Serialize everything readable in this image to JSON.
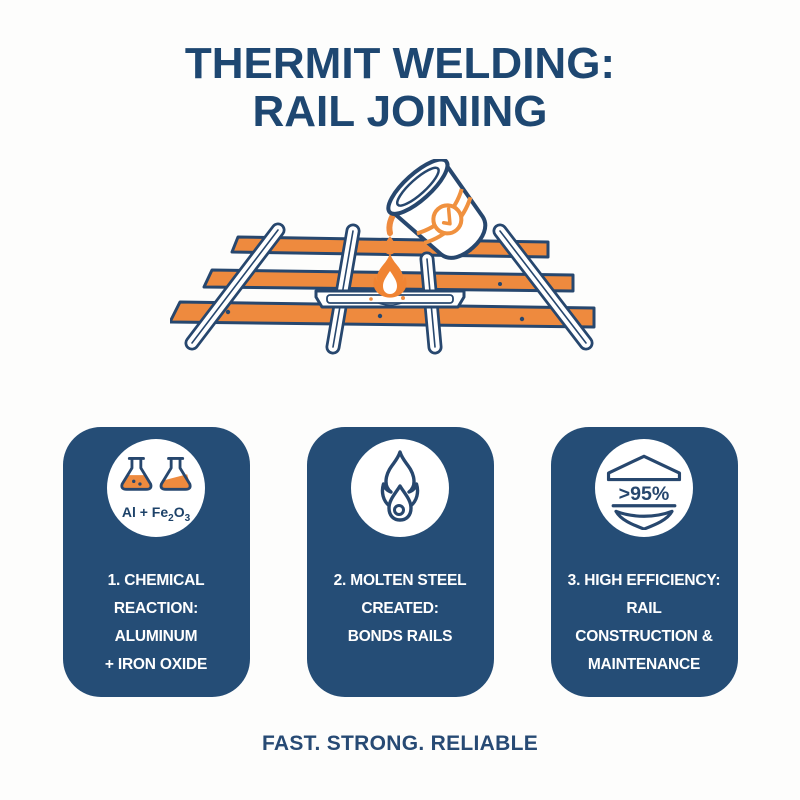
{
  "title": {
    "line1": "THERMIT WELDING:",
    "line2": "RAIL JOINING"
  },
  "illustration": {
    "description": "Railway track scene: a crucible pours molten thermit over a weld mold between two rail ends, with a flame at the joint",
    "icons": [
      "crucible-pouring-icon",
      "molten-drop-icon",
      "weld-flame-icon",
      "weld-mold-icon",
      "rail-icon",
      "sleeper-icon"
    ]
  },
  "cards": [
    {
      "icon": "reaction-flasks-icon",
      "formula": {
        "prefix": "Al + Fe",
        "sub_a": "2",
        "mid": "O",
        "sub_b": "3"
      },
      "lines": [
        "1. CHEMICAL REACTION:",
        "ALUMINUM",
        "+ IRON OXIDE"
      ]
    },
    {
      "icon": "molten-flame-icon",
      "lines": [
        "2. MOLTEN STEEL",
        "CREATED:",
        "BONDS RAILS"
      ]
    },
    {
      "icon": "efficiency-shield-icon",
      "badge": ">95%",
      "lines": [
        "3. HIGH EFFICIENCY:",
        "RAIL",
        "CONSTRUCTION &",
        "MAINTENANCE"
      ]
    }
  ],
  "footer": {
    "tagline": "FAST. STRONG. RELIABLE"
  },
  "colors": {
    "navy_text": "#1e4771",
    "card_navy": "#254d76",
    "outline_navy": "#27476e",
    "orange": "#ee8a3e",
    "flame_orange": "#f08433",
    "background": "#fdfdfc",
    "card_text": "#ffffff"
  }
}
